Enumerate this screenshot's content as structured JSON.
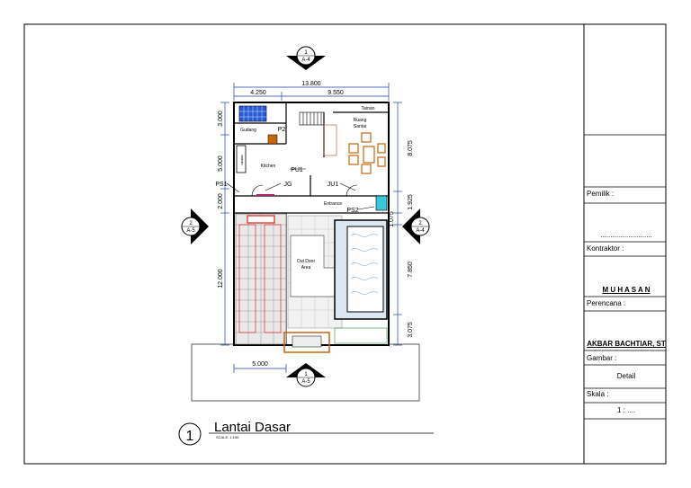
{
  "drawing": {
    "title": "Lantai Dasar",
    "view_number": "1",
    "scale_text": "SCALE: 1:150"
  },
  "dimensions": {
    "total_width": "13.800",
    "left_width": "4.250",
    "right_width": "9.550",
    "left_1": "3.000",
    "left_2": "5.000",
    "left_3": "2.000",
    "left_4": "12.000",
    "right_1": "8.075",
    "right_2": "1.925",
    "right_3": "1.075",
    "right_4": "7.850",
    "right_5": "3.075",
    "bottom": "5.000"
  },
  "rooms": {
    "taman": "Taman",
    "ruang_santai_1": "Ruang",
    "ruang_santai_2": "Santai",
    "gudang": "Gudang",
    "p2": "P2",
    "kitchen": "Kitchen",
    "taman_side": "taman",
    "pu1": "PU1",
    "ps1": "PS1",
    "jg": "JG",
    "ju1": "JU1",
    "entrance": "Entrance",
    "ps2": "PS2",
    "outdoor_1": "Out Door",
    "outdoor_2": "Area"
  },
  "markers": {
    "top": {
      "num": "1",
      "ref": "A-4"
    },
    "left": {
      "num": "2",
      "ref": "A-5"
    },
    "right": {
      "num": "2",
      "ref": "A-4"
    },
    "bottom": {
      "num": "1",
      "ref": "A-5"
    }
  },
  "title_block": {
    "pemilik_label": "Pemilik :",
    "pemilik_value": "..........................",
    "kontraktor_label": "Kontraktor :",
    "kontraktor_value": "M U H A S A N",
    "perencana_label": "Perencana :",
    "perencana_value": "AKBAR BACHTIAR, ST",
    "gambar_label": "Gambar :",
    "gambar_value": "Detail",
    "skala_label": "Skala :",
    "skala_value": "1 : ...."
  }
}
